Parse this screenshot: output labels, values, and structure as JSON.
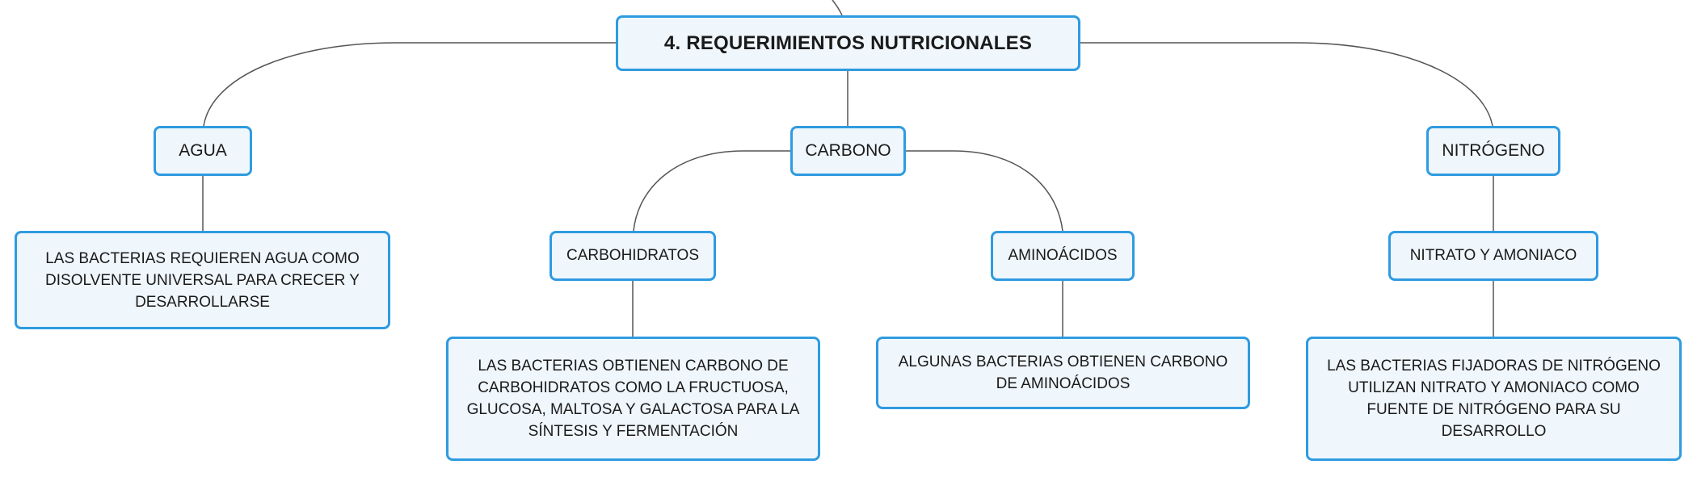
{
  "root": {
    "label": "4. REQUERIMIENTOS NUTRICIONALES"
  },
  "branches": {
    "agua": {
      "label": "AGUA",
      "detail": "LAS BACTERIAS REQUIEREN AGUA COMO DISOLVENTE UNIVERSAL PARA CRECER Y DESARROLLARSE"
    },
    "carbono": {
      "label": "CARBONO",
      "children": {
        "carbohidratos": {
          "label": "CARBOHIDRATOS",
          "detail": "LAS BACTERIAS OBTIENEN CARBONO DE CARBOHIDRATOS COMO LA FRUCTUOSA, GLUCOSA, MALTOSA Y GALACTOSA PARA LA SÍNTESIS Y FERMENTACIÓN"
        },
        "aminoacidos": {
          "label": "AMINOÁCIDOS",
          "detail": "ALGUNAS BACTERIAS OBTIENEN CARBONO DE AMINOÁCIDOS"
        }
      }
    },
    "nitrogeno": {
      "label": "NITRÓGENO",
      "children": {
        "nitrato_amoniaco": {
          "label": "NITRATO Y AMONIACO",
          "detail": "LAS BACTERIAS FIJADORAS DE NITRÓGENO UTILIZAN NITRATO Y AMONIACO COMO FUENTE DE NITRÓGENO PARA SU DESARROLLO"
        }
      }
    }
  },
  "colors": {
    "node_border": "#2f9be0",
    "node_fill": "#eff6fc",
    "connector": "#555555"
  }
}
